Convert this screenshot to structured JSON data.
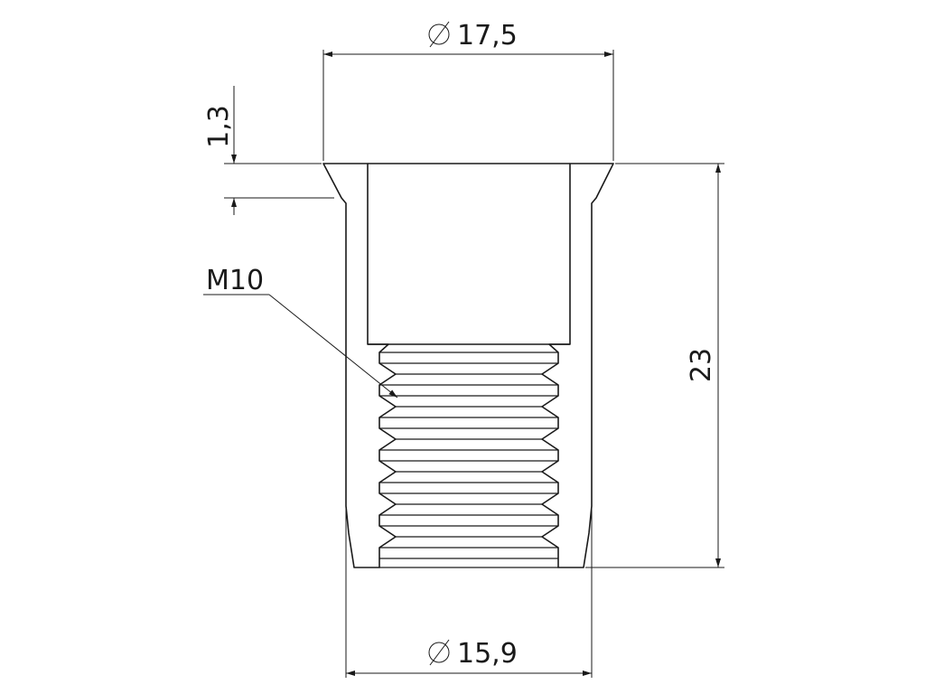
{
  "dimensions": {
    "flange_diameter": "17,5",
    "flange_thickness": "1,3",
    "thread": "M10",
    "length": "23",
    "body_diameter": "15,9"
  },
  "colors": {
    "line": "#1a1a1a",
    "background": "#ffffff"
  }
}
